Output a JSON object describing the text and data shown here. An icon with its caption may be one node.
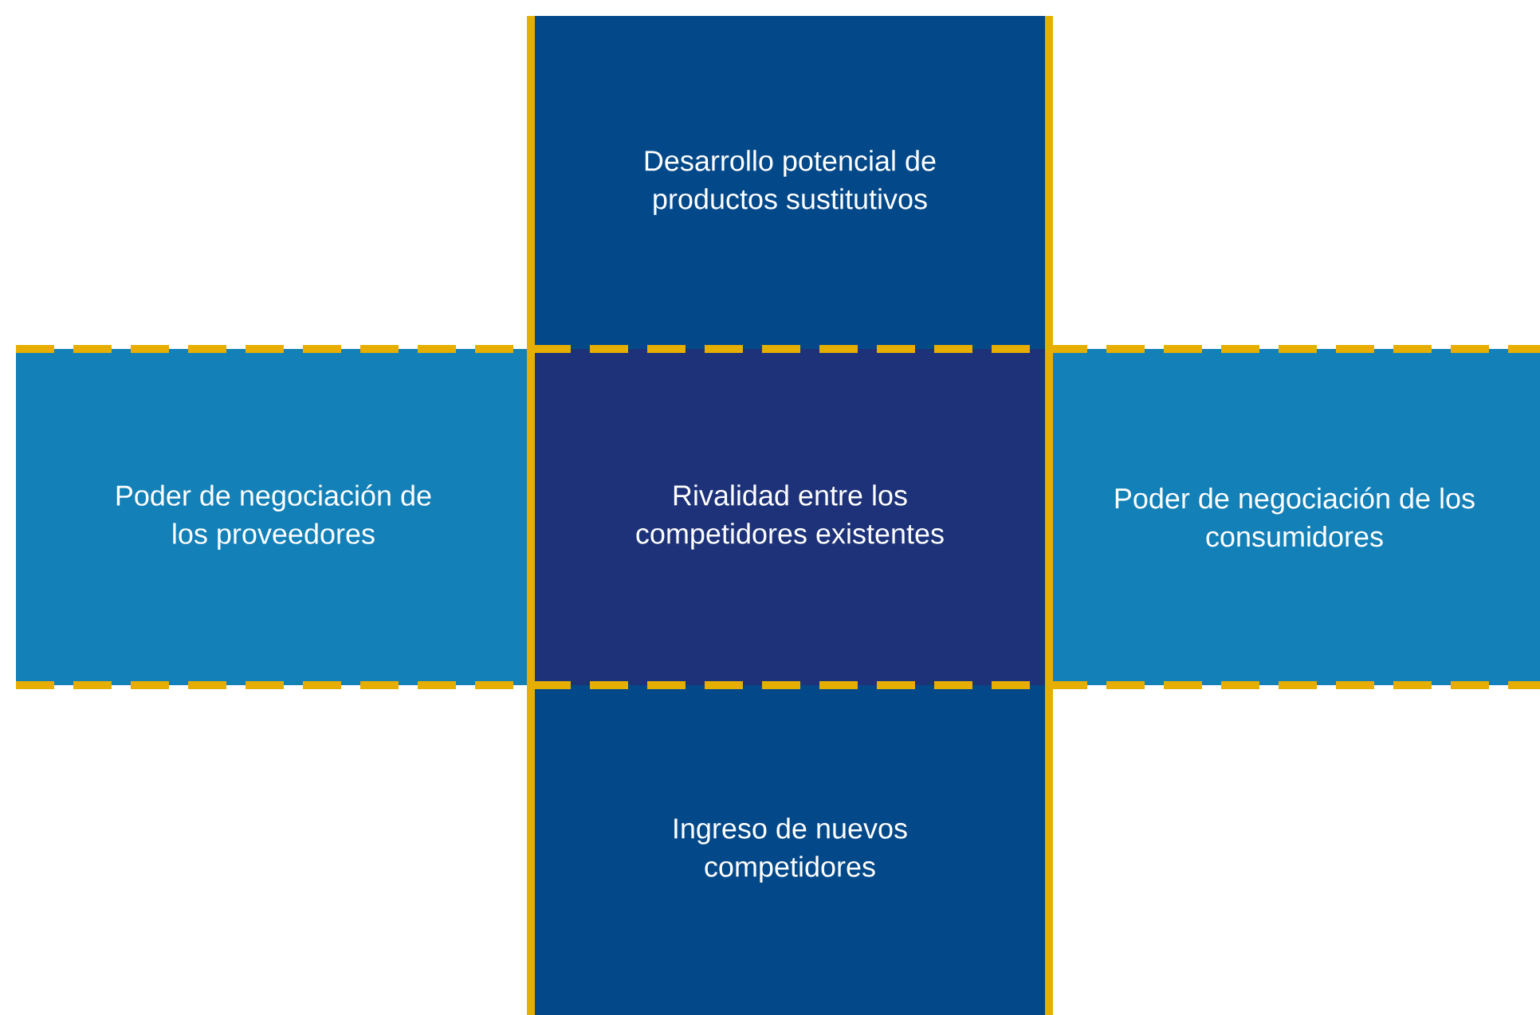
{
  "diagram": {
    "nodes": [
      {
        "text": [
          "Desarrollo potencial de productos sustitutivos"
        ]
      },
      {
        "text": [
          "Poder de negociación de los proveedores"
        ]
      },
      {
        "text": [
          "Rivalidad entre los competidores existentes"
        ]
      },
      {
        "text": [
          "Poder de negociación de los consumidores"
        ]
      },
      {
        "text": [
          "Ingreso de nuevos competidores"
        ]
      }
    ]
  }
}
